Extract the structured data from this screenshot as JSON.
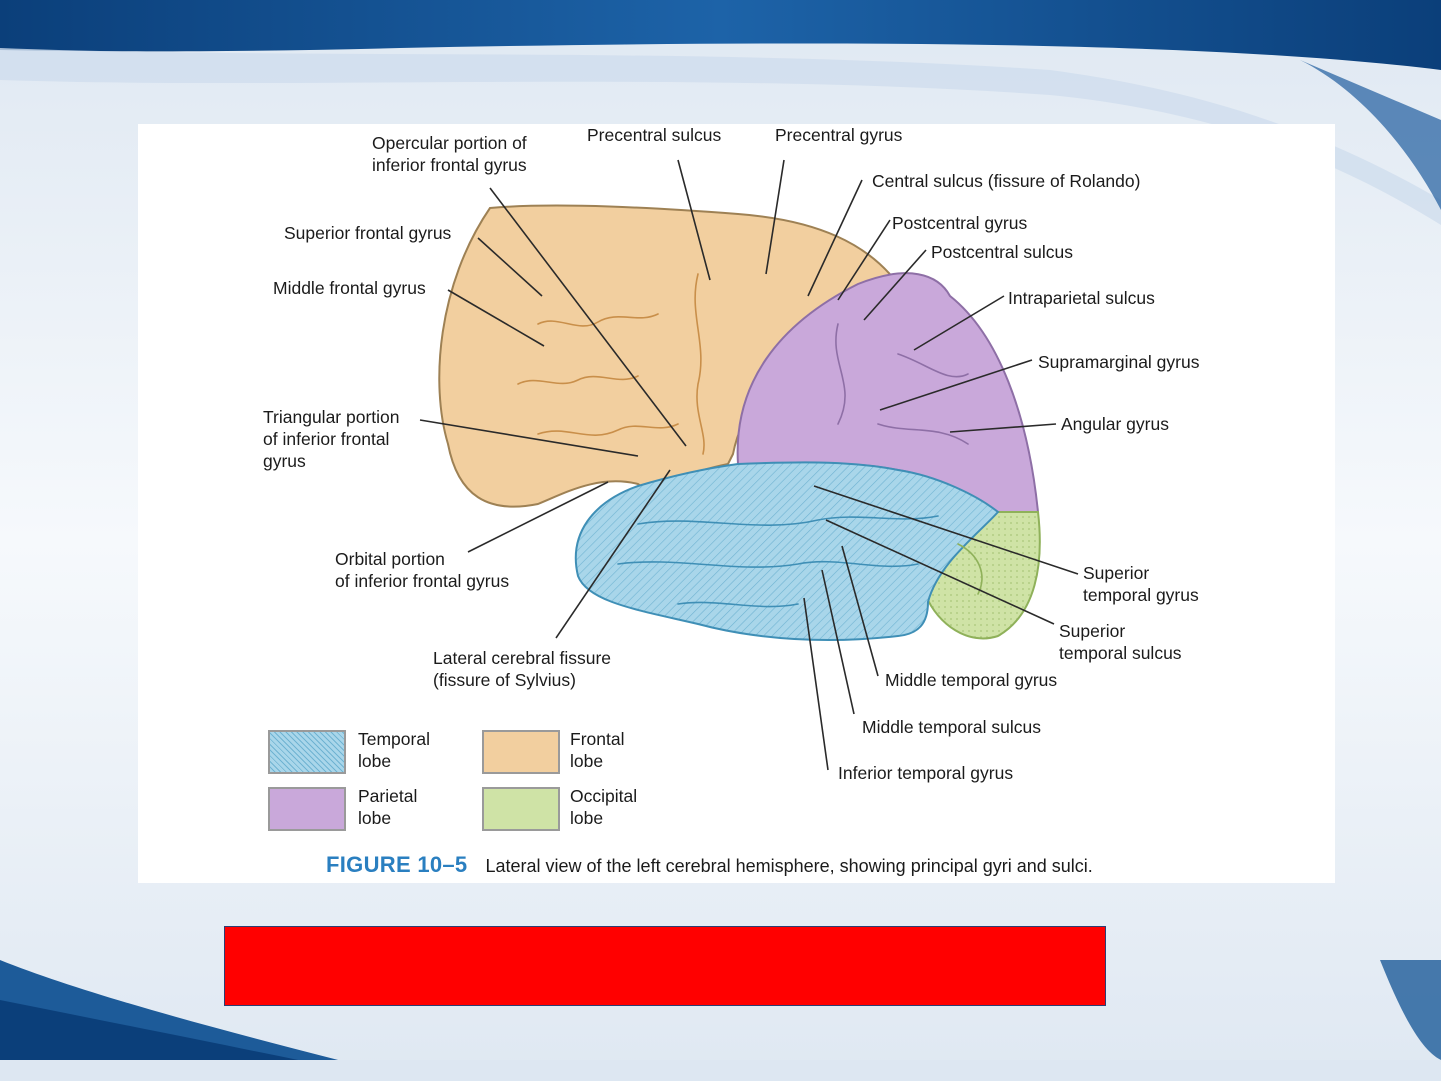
{
  "colors": {
    "temporal": "#a9d6ea",
    "frontal": "#f2cf9f",
    "parietal": "#c9a8da",
    "occipital": "#cfe3a6",
    "sulcus_line": "#2a2a2a",
    "bar": "#ff0000"
  },
  "labels": {
    "opercular": "Opercular portion of\ninferior frontal gyrus",
    "precentral_sulcus": "Precentral sulcus",
    "precentral_gyrus": "Precentral gyrus",
    "central_sulcus": "Central sulcus (fissure of Rolando)",
    "superior_frontal": "Superior frontal gyrus",
    "postcentral_gyrus": "Postcentral gyrus",
    "postcentral_sulcus": "Postcentral sulcus",
    "middle_frontal": "Middle frontal gyrus",
    "intraparietal": "Intraparietal sulcus",
    "supramarginal": "Supramarginal gyrus",
    "triangular": "Triangular portion\nof inferior frontal\ngyrus",
    "angular": "Angular gyrus",
    "orbital": "Orbital portion\nof inferior frontal gyrus",
    "superior_temporal_gyrus": "Superior\ntemporal gyrus",
    "superior_temporal_sulcus": "Superior\ntemporal sulcus",
    "lateral_fissure": "Lateral cerebral fissure\n(fissure of Sylvius)",
    "middle_temporal_gyrus": "Middle temporal gyrus",
    "middle_temporal_sulcus": "Middle temporal sulcus",
    "inferior_temporal_gyrus": "Inferior temporal gyrus"
  },
  "legend": [
    {
      "key": "temporal",
      "label": "Temporal\nlobe"
    },
    {
      "key": "frontal",
      "label": "Frontal\nlobe"
    },
    {
      "key": "parietal",
      "label": "Parietal\nlobe"
    },
    {
      "key": "occipital",
      "label": "Occipital\nlobe"
    }
  ],
  "caption": {
    "figure_number": "FIGURE 10–5",
    "text": "Lateral view of the left cerebral hemisphere, showing principal gyri and sulci."
  }
}
